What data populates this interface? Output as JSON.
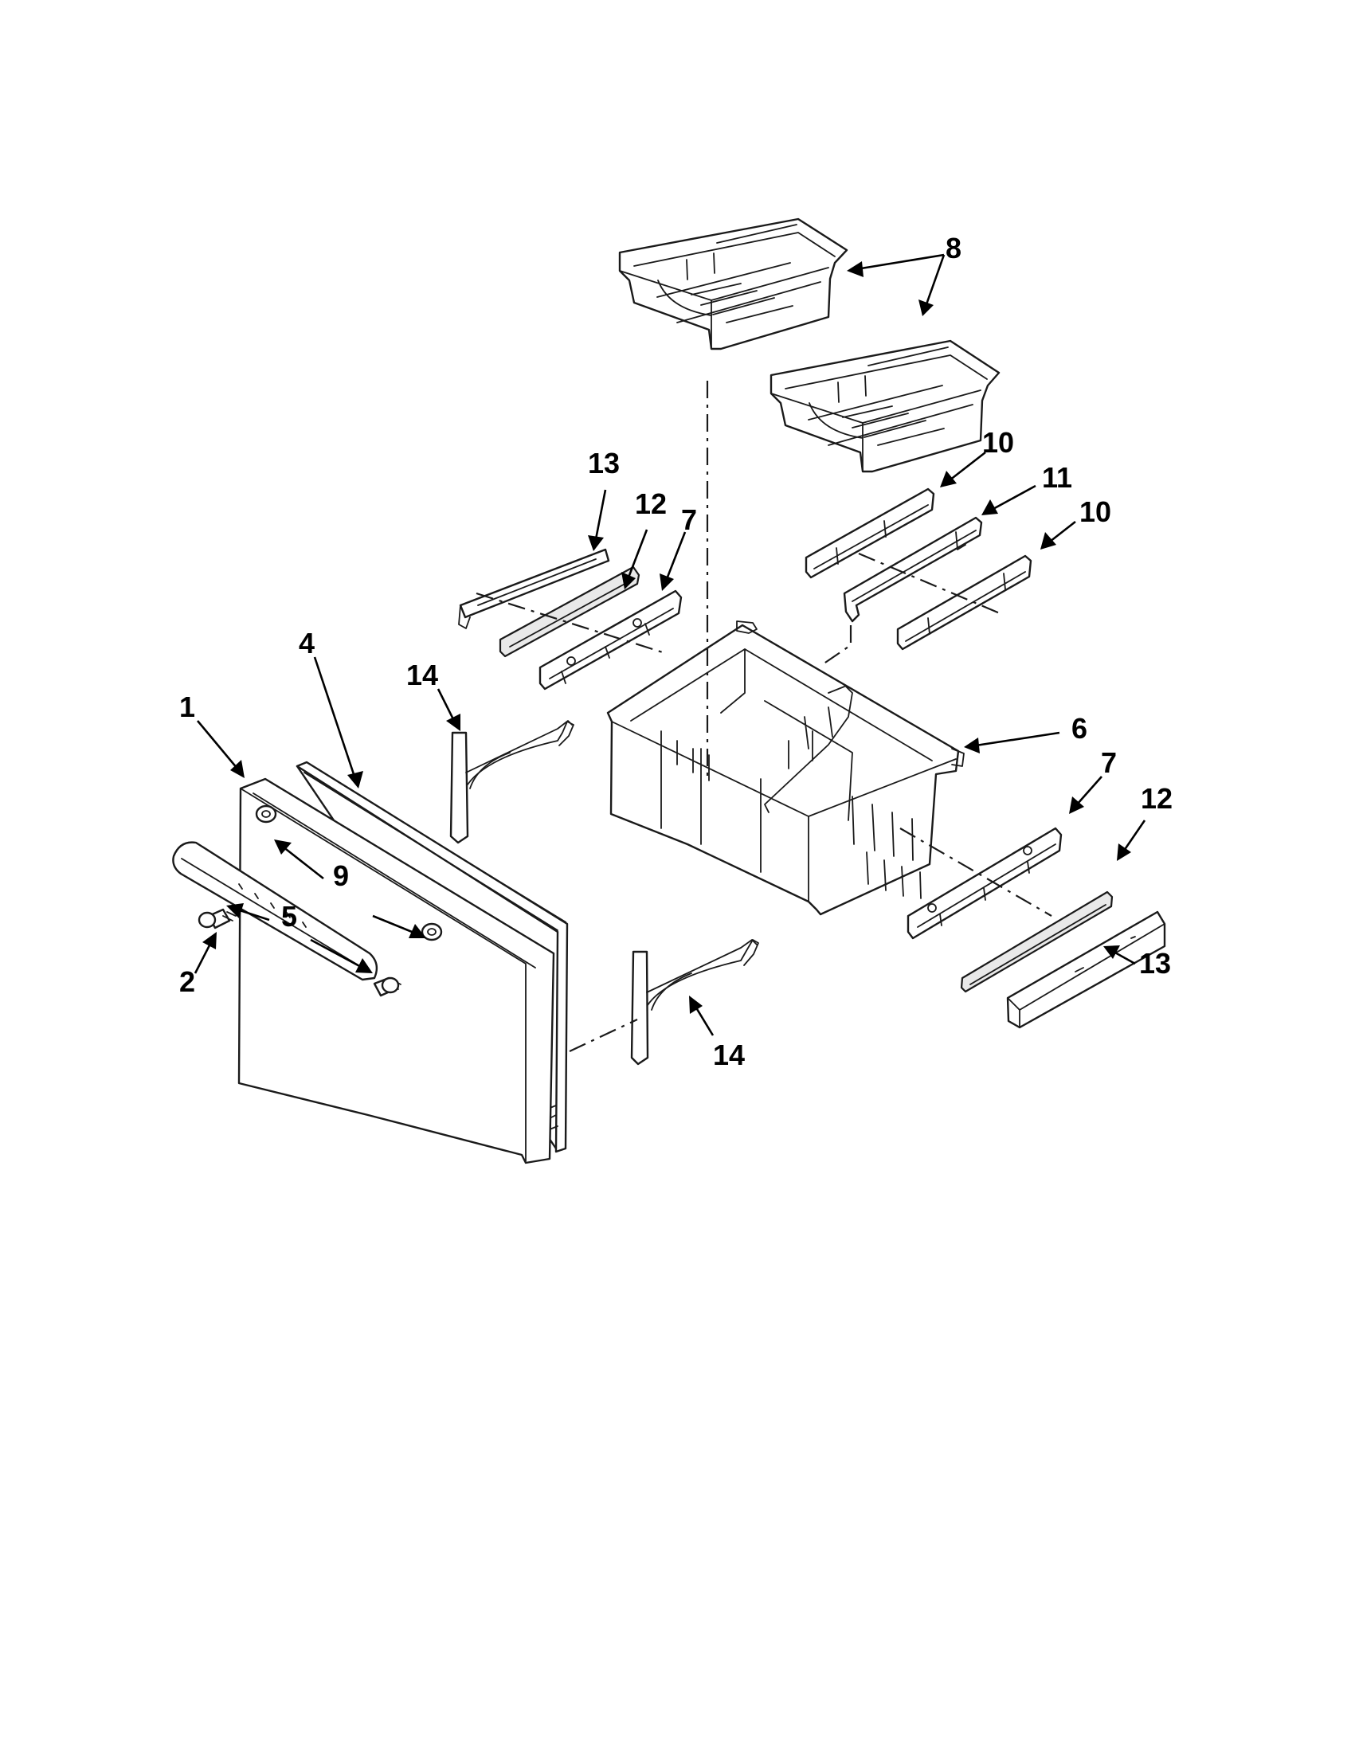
{
  "diagram": {
    "callouts": [
      {
        "id": "c8",
        "label": "8"
      },
      {
        "id": "c13a",
        "label": "13"
      },
      {
        "id": "c12a",
        "label": "12"
      },
      {
        "id": "c7a",
        "label": "7"
      },
      {
        "id": "c10a",
        "label": "10"
      },
      {
        "id": "c11",
        "label": "11"
      },
      {
        "id": "c10b",
        "label": "10"
      },
      {
        "id": "c14a",
        "label": "14"
      },
      {
        "id": "c4",
        "label": "4"
      },
      {
        "id": "c1",
        "label": "1"
      },
      {
        "id": "c6",
        "label": "6"
      },
      {
        "id": "c7b",
        "label": "7"
      },
      {
        "id": "c12b",
        "label": "12"
      },
      {
        "id": "c9",
        "label": "9"
      },
      {
        "id": "c5",
        "label": "5"
      },
      {
        "id": "c2",
        "label": "2"
      },
      {
        "id": "c13b",
        "label": "13"
      },
      {
        "id": "c14b",
        "label": "14"
      }
    ]
  }
}
